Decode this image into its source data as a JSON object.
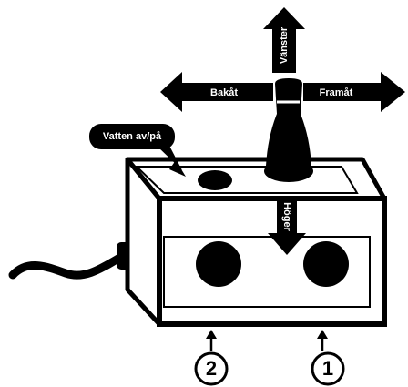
{
  "labels": {
    "left": "Vänster",
    "back": "Bakåt",
    "forward": "Framåt",
    "right": "Höger",
    "water": "Vatten av/på"
  },
  "markers": {
    "one": "1",
    "two": "2"
  },
  "colors": {
    "ink": "#000000",
    "paper": "#ffffff"
  }
}
